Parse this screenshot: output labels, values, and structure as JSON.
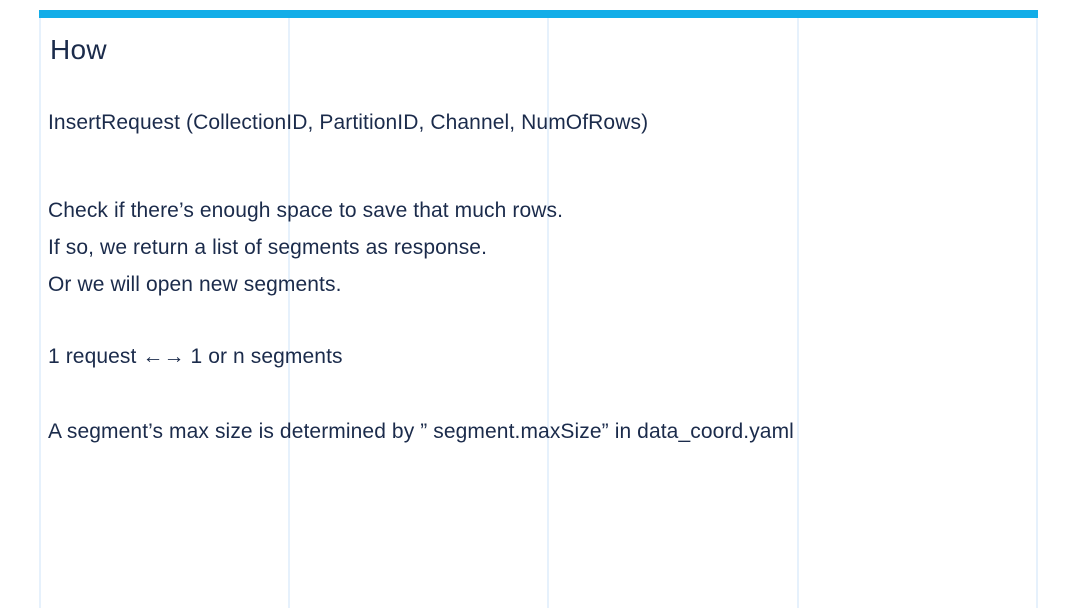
{
  "slide": {
    "title": "How",
    "signature_line": "InsertRequest (CollectionID, PartitionID, Channel, NumOfRows)",
    "paragraph_lines": [
      "Check if there’s enough space to save that much rows.",
      "If so, we return a list of segments as response.",
      "Or we will open new segments."
    ],
    "mapping_line": "1 request ←→ 1 or n segments",
    "note_line": "A segment’s max size is determined by ” segment.maxSize” in data_coord.yaml",
    "colors": {
      "accent_bar": "#12ADE8",
      "text": "#1B2B4B",
      "grid_line": "#E6F1FC",
      "background": "#FFFFFF"
    }
  }
}
